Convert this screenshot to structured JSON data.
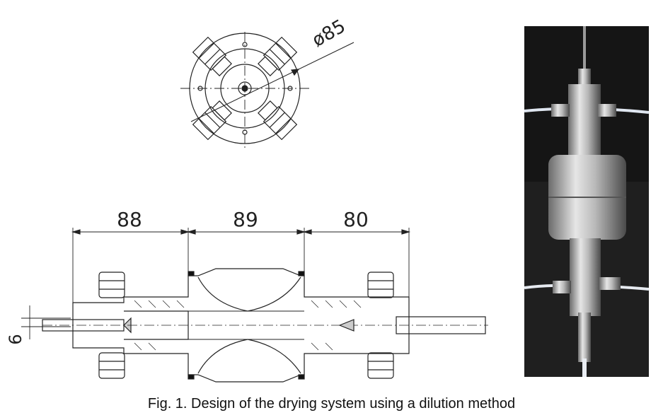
{
  "top_view": {
    "diameter_label": "ø85"
  },
  "section_view": {
    "dimensions": [
      "88",
      "89",
      "80"
    ],
    "inlet_dim": "6"
  },
  "photo": {
    "description_icon": "photo-of-assembled-drying-system"
  },
  "caption": "Fig. 1. Design of the drying system using a dilution method"
}
